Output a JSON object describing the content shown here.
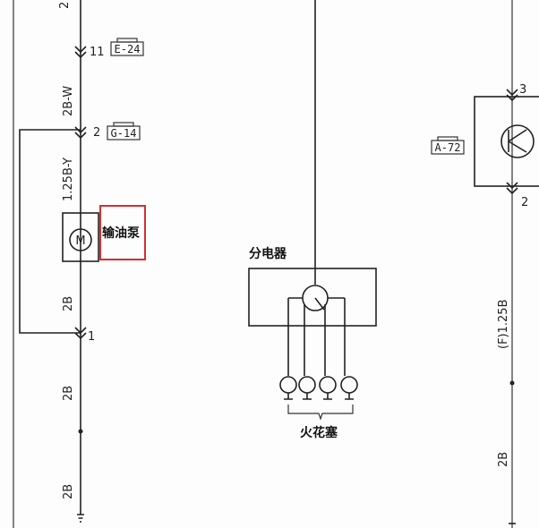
{
  "wire_labels": {
    "top_left": "2",
    "w1": "2B-W",
    "w2": "1.25B-Y",
    "w3": "2B",
    "w4": "2B",
    "w5": "2B",
    "right_w1": "(F)1.25B",
    "right_w2": "2B"
  },
  "connectors": {
    "e24": "E-24",
    "g14": "G-14",
    "a72": "A-72"
  },
  "pins": {
    "pin_11": "11",
    "pin_2": "2",
    "pin_1": "1",
    "pin_3": "3",
    "pin_2_right": "2"
  },
  "components": {
    "fuel_pump": "输油泵",
    "distributor": "分电器",
    "spark_plug": "火花塞"
  },
  "colors": {
    "highlight_box": "#d32f2f",
    "line": "#222222"
  }
}
